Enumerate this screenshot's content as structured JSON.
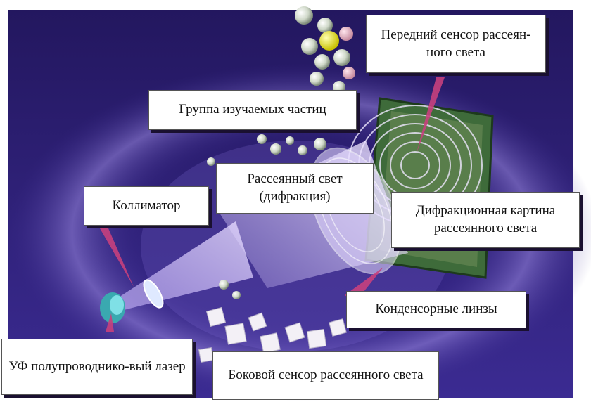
{
  "colors": {
    "background_top": "#2a1d6e",
    "background_bottom": "#3a2a8c",
    "halo": "#8a78d6",
    "beam": "#c9b8ff",
    "pointer": "#c23a78",
    "sensor_panel": "#3f6a3a",
    "laser": "#3aa9b0"
  },
  "labels": {
    "front_sensor": "Передний сенсор рассеян-ного света",
    "particle_group": "Группа изучаемых частиц",
    "scattered_light": "Рассеянный свет (дифракция)",
    "collimator": "Коллиматор",
    "diffraction_pattern": "Дифракционная картина рассеянного света",
    "condenser_lenses": "Конденсорные линзы",
    "uv_laser": "УФ полупроводнико-вый лазер",
    "side_sensor": "Боковой сенсор рассеянного света"
  }
}
